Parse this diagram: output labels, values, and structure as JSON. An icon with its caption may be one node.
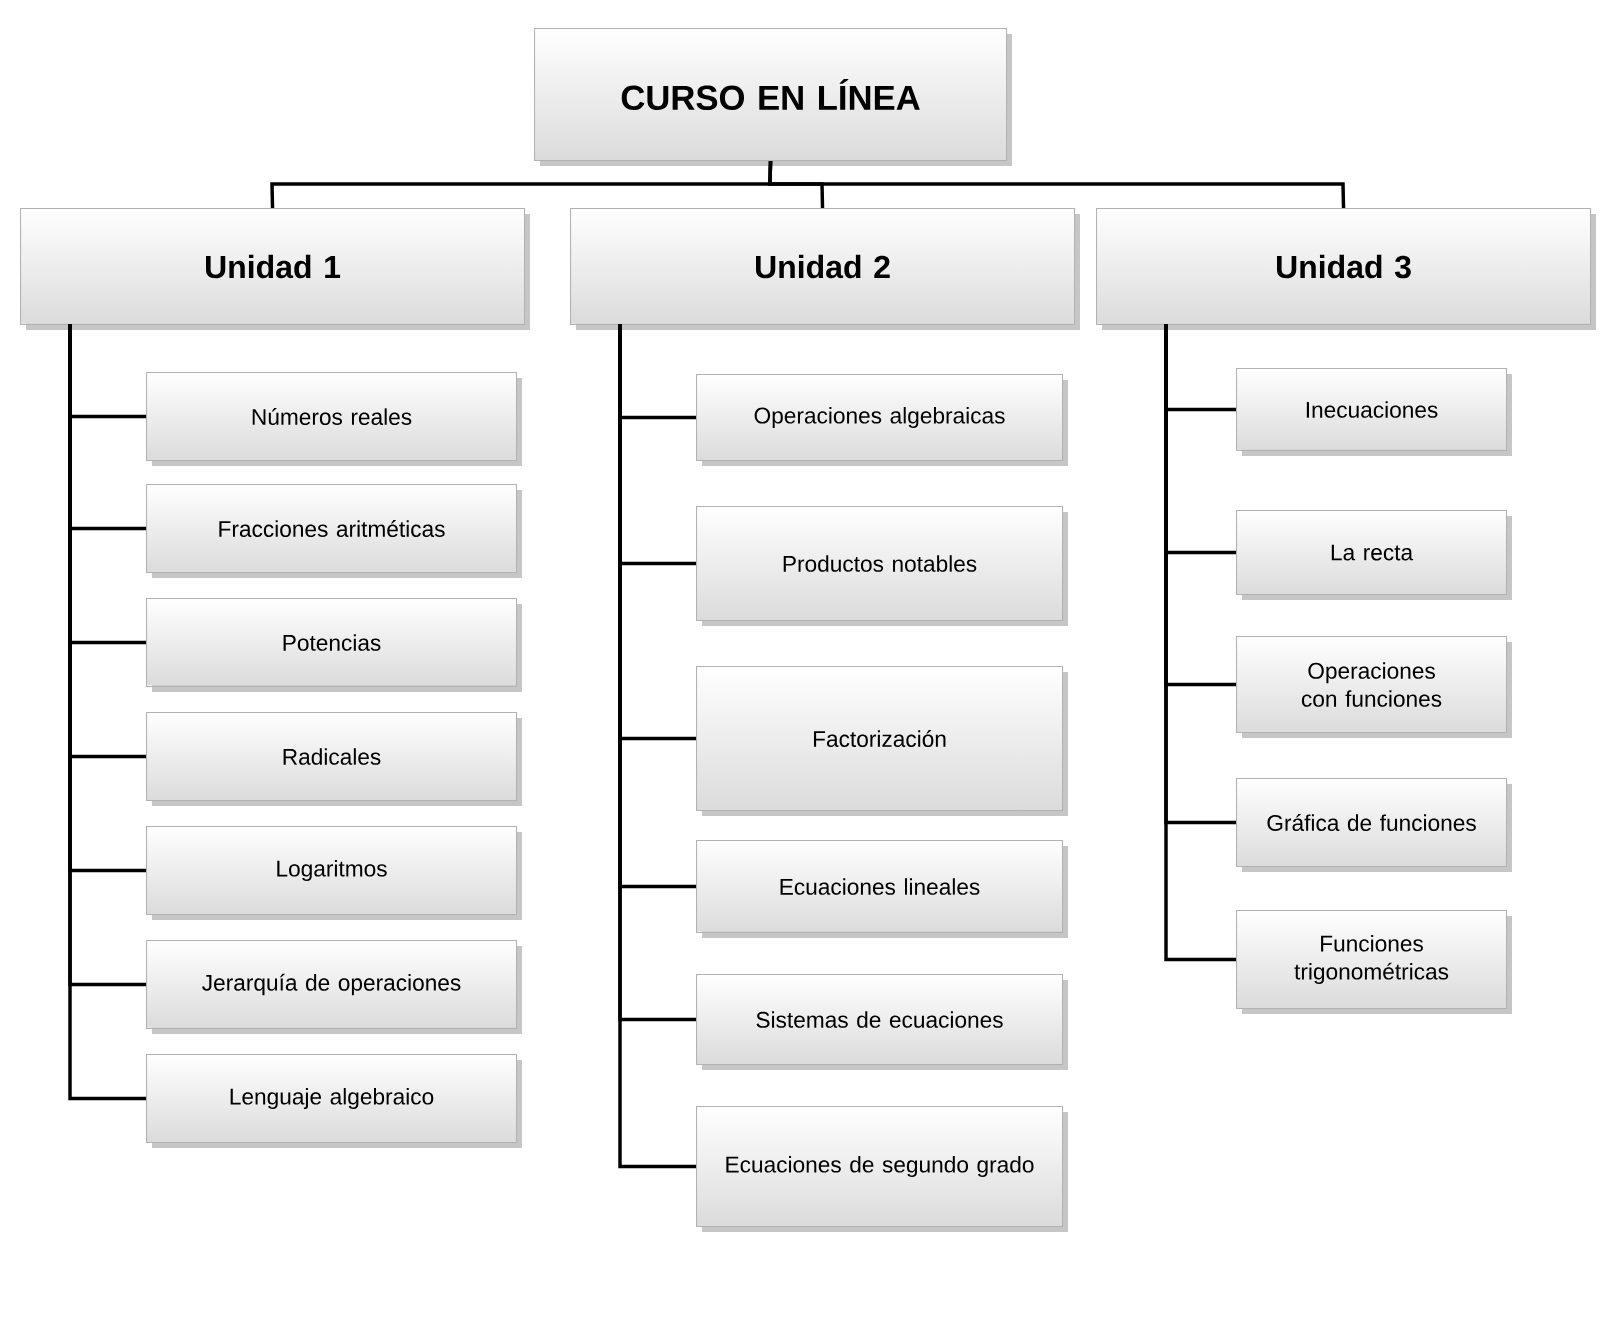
{
  "diagram": {
    "nodes": [
      {
        "text": [
          "CURSO EN LÍNEA"
        ]
      },
      {
        "text": [
          "Unidad 1"
        ]
      },
      {
        "text": [
          "Unidad 2"
        ]
      },
      {
        "text": [
          "Unidad 3"
        ]
      },
      {
        "text": [
          "Números reales"
        ]
      },
      {
        "text": [
          "Fracciones aritméticas"
        ]
      },
      {
        "text": [
          "Potencias"
        ]
      },
      {
        "text": [
          "Radicales"
        ]
      },
      {
        "text": [
          "Logaritmos"
        ]
      },
      {
        "text": [
          "Jerarquía de operaciones"
        ]
      },
      {
        "text": [
          "Lenguaje algebraico"
        ]
      },
      {
        "text": [
          "Operaciones  algebraicas"
        ]
      },
      {
        "text": [
          "Productos notables"
        ]
      },
      {
        "text": [
          "Factorización"
        ]
      },
      {
        "text": [
          "Ecuaciones lineales"
        ]
      },
      {
        "text": [
          "Sistemas de ecuaciones"
        ]
      },
      {
        "text": [
          "Ecuaciones de segundo grado"
        ]
      },
      {
        "text": [
          "Inecuaciones"
        ]
      },
      {
        "text": [
          "La recta"
        ]
      },
      {
        "text": [
          "Operaciones con funciones"
        ]
      },
      {
        "text": [
          "Gráfica de funciones"
        ]
      },
      {
        "text": [
          "Funciones trigonométricas"
        ]
      }
    ],
    "edges": [
      {
        "from": 0,
        "to": 1,
        "arrow": "none"
      },
      {
        "from": 0,
        "to": 2,
        "arrow": "none"
      },
      {
        "from": 0,
        "to": 3,
        "arrow": "none"
      },
      {
        "from": 1,
        "to": 4,
        "arrow": "none"
      },
      {
        "from": 1,
        "to": 5,
        "arrow": "none"
      },
      {
        "from": 1,
        "to": 6,
        "arrow": "none"
      },
      {
        "from": 1,
        "to": 7,
        "arrow": "none"
      },
      {
        "from": 1,
        "to": 8,
        "arrow": "none"
      },
      {
        "from": 1,
        "to": 9,
        "arrow": "none"
      },
      {
        "from": 1,
        "to": 10,
        "arrow": "none"
      },
      {
        "from": 2,
        "to": 11,
        "arrow": "none"
      },
      {
        "from": 2,
        "to": 12,
        "arrow": "none"
      },
      {
        "from": 2,
        "to": 13,
        "arrow": "none"
      },
      {
        "from": 2,
        "to": 14,
        "arrow": "none"
      },
      {
        "from": 2,
        "to": 15,
        "arrow": "none"
      },
      {
        "from": 2,
        "to": 16,
        "arrow": "none"
      },
      {
        "from": 3,
        "to": 17,
        "arrow": "none"
      },
      {
        "from": 3,
        "to": 18,
        "arrow": "none"
      },
      {
        "from": 3,
        "to": 19,
        "arrow": "none"
      },
      {
        "from": 3,
        "to": 20,
        "arrow": "none"
      },
      {
        "from": 3,
        "to": 21,
        "arrow": "none"
      }
    ]
  }
}
